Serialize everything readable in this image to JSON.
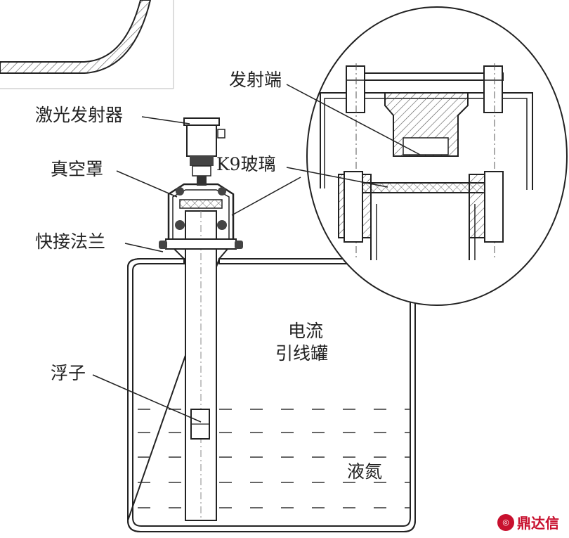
{
  "labels": {
    "laser_emitter": "激光发射器",
    "vacuum_cover": "真空罩",
    "quick_flange": "快接法兰",
    "emitter_end": "发射端",
    "k9_glass": "K9玻璃",
    "tank_line1": "电流",
    "tank_line2": "引线罐",
    "float": "浮子",
    "liquid_nitrogen": "液氮"
  },
  "watermark": {
    "text": "鼎达信"
  },
  "colors": {
    "line": "#222222",
    "hatch": "#555555",
    "brand": "#c8102e"
  }
}
